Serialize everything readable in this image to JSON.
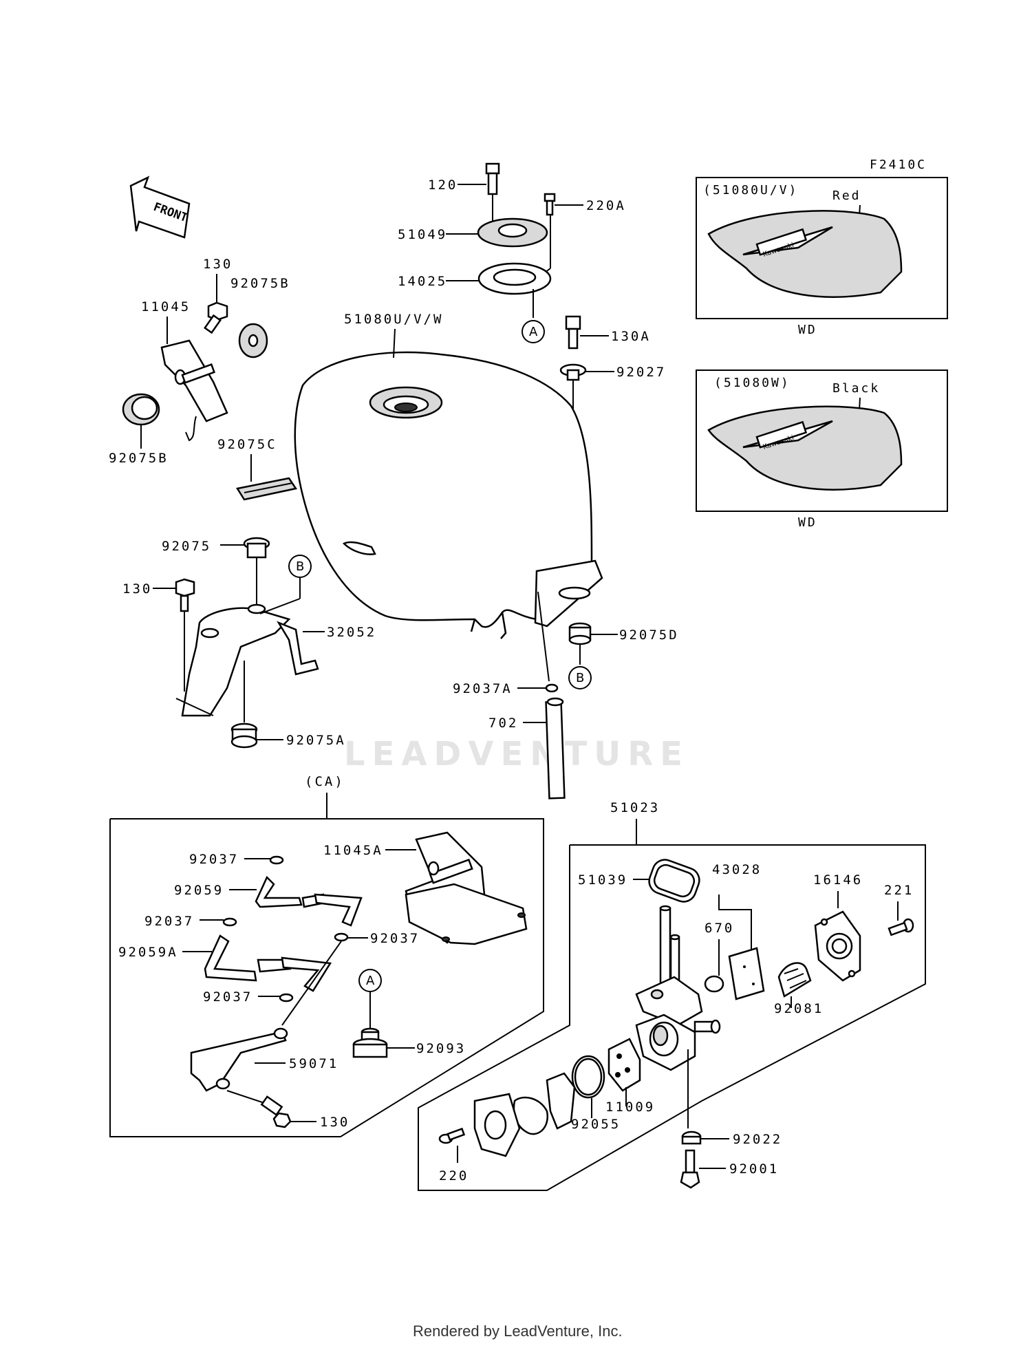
{
  "diagram_code": "F2410C",
  "watermark": "LEADVENTURE",
  "footer": "Rendered by LeadVenture, Inc.",
  "front_arrow": "FRONT",
  "ref_markers": {
    "a": "A",
    "b": "B"
  },
  "subgroups": {
    "ca": "(CA)",
    "fuel_cock": "51023"
  },
  "insets": [
    {
      "code": "(51080U/V)",
      "color": "Red",
      "brand": "Kawasaki",
      "suffix": "WD"
    },
    {
      "code": "(51080W)",
      "color": "Black",
      "brand": "Kawasaki",
      "suffix": "WD"
    }
  ],
  "callouts": {
    "p120": "120",
    "p220A": "220A",
    "p51049": "51049",
    "p14025": "14025",
    "p130A": "130A",
    "p92027": "92027",
    "p51080": "51080U/V/W",
    "p130_top": "130",
    "p92075B_top": "92075B",
    "p11045": "11045",
    "p92075B_bot": "92075B",
    "p92075C": "92075C",
    "p92075": "92075",
    "p130_mid": "130",
    "p32052": "32052",
    "p92075A": "92075A",
    "p92075D": "92075D",
    "p92037A": "92037A",
    "p702": "702",
    "p92037_1": "92037",
    "p92059": "92059",
    "p92037_2": "92037",
    "p92037_3": "92037",
    "p92059A": "92059A",
    "p92037_4": "92037",
    "p11045A": "11045A",
    "p92093": "92093",
    "p59071": "59071",
    "p130_ca": "130",
    "p51039": "51039",
    "p43028": "43028",
    "p16146": "16146",
    "p221": "221",
    "p670": "670",
    "p92081": "92081",
    "p11009": "11009",
    "p92055": "92055",
    "p92022": "92022",
    "p92001": "92001",
    "p220": "220"
  }
}
